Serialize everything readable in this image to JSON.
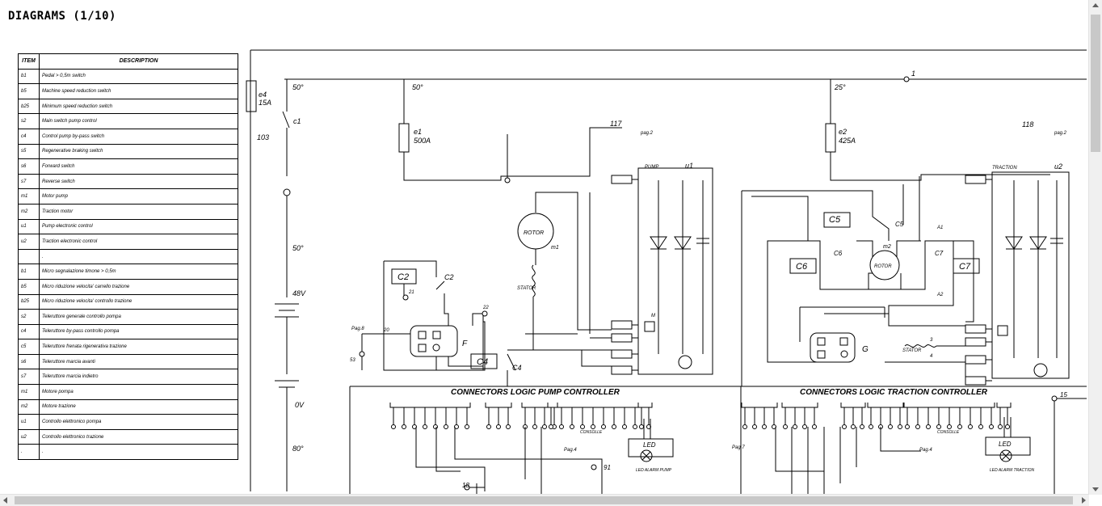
{
  "page": {
    "title": "DIAGRAMS (1/10)"
  },
  "legend": {
    "header_item": "ITEM",
    "header_description": "DESCRIPTION",
    "rows": [
      {
        "item": "b1",
        "description": "Pedal > 0,5m switch"
      },
      {
        "item": "b5",
        "description": "Machine speed reduction switch"
      },
      {
        "item": "b25",
        "description": "Minimum speed reduction switch"
      },
      {
        "item": "s2",
        "description": "Main switch pump control"
      },
      {
        "item": "c4",
        "description": "Control pump by-pass switch"
      },
      {
        "item": "s5",
        "description": "Regenerative braking switch"
      },
      {
        "item": "s6",
        "description": "Forward switch"
      },
      {
        "item": "s7",
        "description": "Reverse switch"
      },
      {
        "item": "m1",
        "description": "Motor pump"
      },
      {
        "item": "m2",
        "description": "Traction motor"
      },
      {
        "item": "u1",
        "description": "Pump electronic control"
      },
      {
        "item": "u2",
        "description": "Traction electronic control"
      },
      {
        "item": "",
        "description": "."
      },
      {
        "item": "b1",
        "description": "Micro segnalazione timone > 0,5m"
      },
      {
        "item": "b5",
        "description": "Micro riduzione velocita' carrello trazione"
      },
      {
        "item": "b25",
        "description": "Micro riduzione velocita' controllo trazione"
      },
      {
        "item": "s2",
        "description": "Teleruttore generale controllo pompa"
      },
      {
        "item": "c4",
        "description": "Teleruttore by-pass controllo pompa"
      },
      {
        "item": "c5",
        "description": "Teleruttore frenata rigenerativa trazione"
      },
      {
        "item": "s6",
        "description": "Teleruttore marcia avanti"
      },
      {
        "item": "s7",
        "description": "Teleruttore marcia indietro"
      },
      {
        "item": "m1",
        "description": "Motore pompa"
      },
      {
        "item": "m2",
        "description": "Motore trazione"
      },
      {
        "item": "u1",
        "description": "Controllo elettronico pompa"
      },
      {
        "item": "u2",
        "description": "Controllo elettronico trazione"
      },
      {
        "item": ".",
        "description": "."
      }
    ]
  },
  "schematic": {
    "labels": {
      "fuse_e4": "e4",
      "fuse_e4_rating": "15A",
      "wire_50_top": "50°",
      "wire_50_mid": "50°",
      "wire_1": "1",
      "wire_25": "25°",
      "wire_103": "103",
      "switch_c1": "c1",
      "fuse_e1": "e1",
      "fuse_e1_rating": "500A",
      "fuse_e2": "e2",
      "fuse_e2_rating": "425A",
      "wire_117": "117",
      "wire_118": "118",
      "pag2_a": "pag.2",
      "pag2_b": "pag.2",
      "batt_50": "50°",
      "batt_48v": "48V",
      "batt_0v": "0V",
      "batt_80": "80°",
      "pump_title": "PUMP",
      "traction_title": "TRACTION",
      "u1": "u1",
      "u2": "u2",
      "rotor_m1": "ROTOR",
      "m1": "m1",
      "stator_m1": "STATOR",
      "rotor_m2": "ROTOR",
      "m2": "m2",
      "stator_m2": "STATOR",
      "c2_box": "C2",
      "c2_label": "C2",
      "c4_box": "C4",
      "c4_label": "C4",
      "c5_box": "C5",
      "c5_label": "C5",
      "c6_box": "C6",
      "c7_box": "C7",
      "c6_label": "C6",
      "c7_label": "C7",
      "conn_f": "F",
      "conn_g": "G",
      "pag8": "Pag.8",
      "pag7": "Pag.7",
      "pag4_a": "Pag.4",
      "pag4_b": "Pag.4",
      "connectors_pump": "CONNECTORS LOGIC PUMP CONTROLLER",
      "connectors_traction": "CONNECTORS LOGIC TRACTION CONTROLLER",
      "consolle_a": "CONSOLLE",
      "consolle_b": "CONSOLLE",
      "led_a": "LED",
      "led_b": "LED",
      "led_alarm_pump": "LED ALARM PUMP",
      "led_alarm_traction": "LED ALARM TRACTION",
      "wire_91": "91",
      "wire_18": "18",
      "wire_15": "15",
      "wire_21": "21",
      "wire_20": "20",
      "wire_22": "22",
      "wire_53": "53",
      "wire_3": "3",
      "wire_4": "4",
      "a1": "A1",
      "a2": "A2",
      "pin_m": "M"
    }
  }
}
